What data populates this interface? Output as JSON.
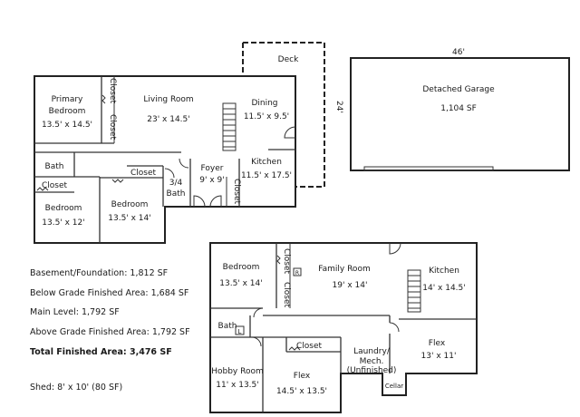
{
  "upper_plan": {
    "rooms": {
      "primary_bedroom": {
        "name_line1": "Primary",
        "name_line2": "Bedroom",
        "size": "13.5' x 14.5'"
      },
      "living_room": {
        "name": "Living Room",
        "size": "23' x 14.5'"
      },
      "dining": {
        "name": "Dining",
        "size": "11.5' x 9.5'"
      },
      "deck": {
        "name": "Deck",
        "dimension": "24'"
      },
      "kitchen": {
        "name": "Kitchen",
        "size": "11.5' x 17.5'"
      },
      "foyer": {
        "name": "Foyer",
        "size": "9' x 9'"
      },
      "bath_34": {
        "name_line1": "3/4",
        "name_line2": "Bath"
      },
      "bath": {
        "name": "Bath"
      },
      "bedroom_a": {
        "name": "Bedroom",
        "size": "13.5' x 12'"
      },
      "bedroom_b": {
        "name": "Bedroom",
        "size": "13.5' x 14'"
      }
    },
    "closets": [
      "Closet",
      "Closet",
      "Closet",
      "Closet",
      "Closet"
    ]
  },
  "garage": {
    "name": "Detached Garage",
    "area": "1,104 SF",
    "width": "46'"
  },
  "lower_plan": {
    "rooms": {
      "bedroom": {
        "name": "Bedroom",
        "size": "13.5' x 14'"
      },
      "family_room": {
        "name": "Family Room",
        "size": "19' x 14'"
      },
      "kitchen": {
        "name": "Kitchen",
        "size": "14' x 14.5'"
      },
      "bath": {
        "name": "Bath"
      },
      "laundry": {
        "line1": "Laundry/",
        "line2": "Mech.",
        "line3": "(Unfinished)"
      },
      "flex_right": {
        "name": "Flex",
        "size": "13' x 11'"
      },
      "hobby_room": {
        "name": "Hobby Room",
        "size": "11' x 13.5'"
      },
      "flex_left": {
        "name": "Flex",
        "size": "14.5' x 13.5'"
      },
      "cellar": {
        "name": "Cellar"
      }
    },
    "closets": [
      "Closet",
      "Closet",
      "Closet"
    ],
    "markers": [
      "L",
      "R"
    ]
  },
  "summary": {
    "basement": "Basement/Foundation: 1,812 SF",
    "below_grade": "Below Grade Finished Area: 1,684 SF",
    "main_level": "Main Level: 1,792 SF",
    "above_grade": "Above Grade Finished Area: 1,792 SF",
    "total": "Total Finished Area: 3,476 SF",
    "shed": "Shed: 8' x 10' (80 SF)"
  }
}
